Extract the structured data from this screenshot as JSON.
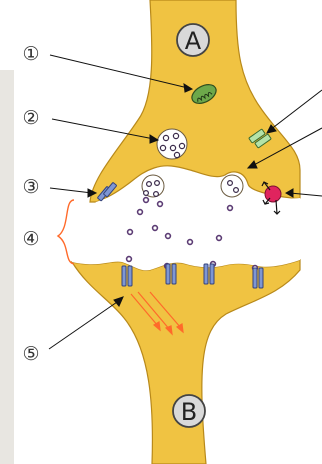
{
  "diagram": {
    "neuron_labels": {
      "top": "A",
      "bottom": "B"
    },
    "callouts": [
      "①",
      "②",
      "③",
      "④",
      "⑤"
    ],
    "colors": {
      "neuron_fill": "#f0c342",
      "neuron_stroke": "#b8891a",
      "vesicle_fill": "#ffffff",
      "vesicle_stroke": "#3a2a4a",
      "neurotransmitter": "#5b3b73",
      "receptor_blue": "#7e96d3",
      "receptor_green": "#b5e3a8",
      "pink_ion": "#e0245e",
      "signal_arrow": "#ff6a2a",
      "label_circle": "#d9d9d9"
    },
    "icons": [
      "mitochondrion-icon",
      "vesicle-icon",
      "receptor-icon",
      "bracket-icon"
    ]
  }
}
